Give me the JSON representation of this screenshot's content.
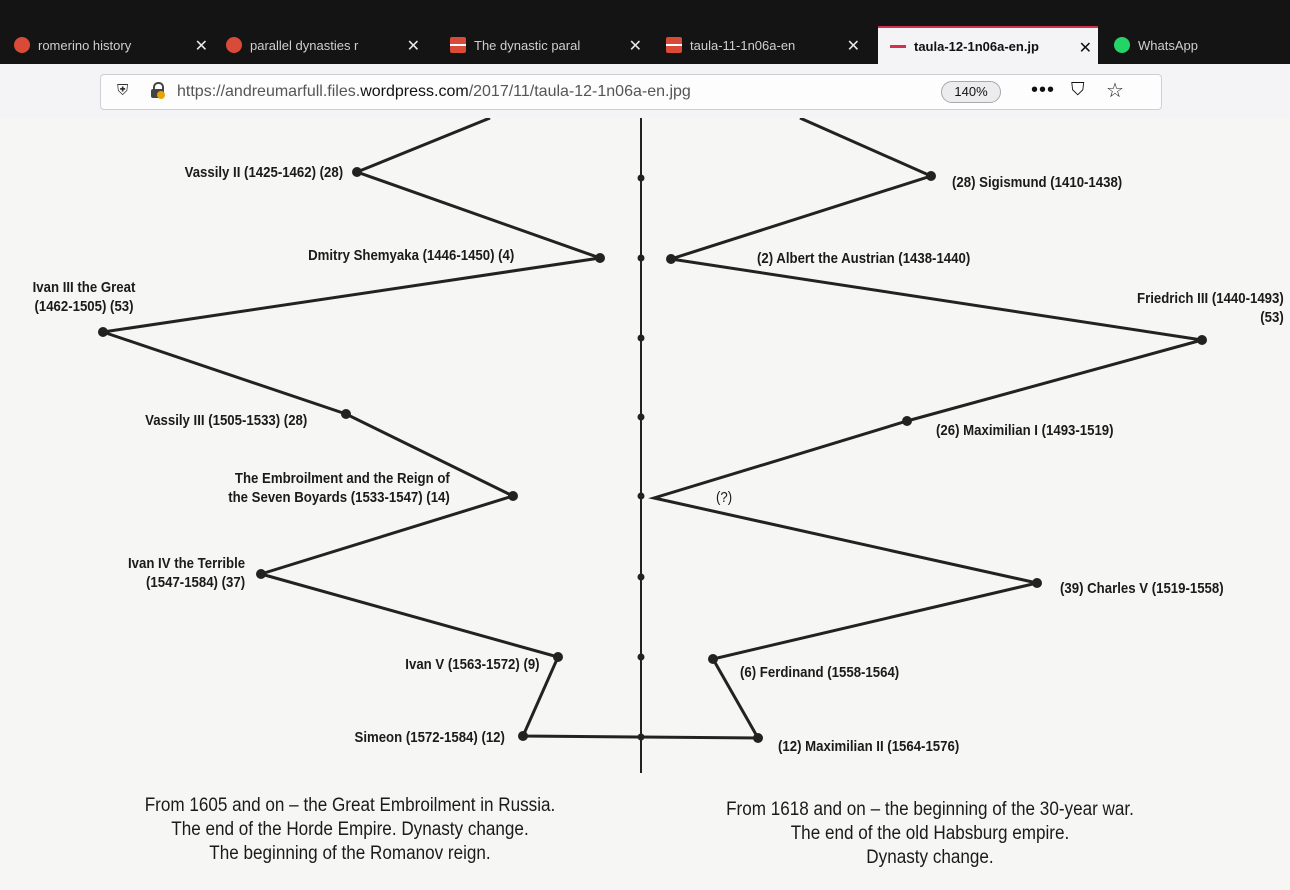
{
  "browser": {
    "tabs": [
      {
        "label": "romerino history",
        "icon": "google-favicon-icon",
        "active": false
      },
      {
        "label": "parallel dynasties r",
        "icon": "google-favicon-icon",
        "active": false
      },
      {
        "label": "The dynastic paral",
        "icon": "sheet-favicon-icon",
        "active": false
      },
      {
        "label": "taula-11-1n06a-en",
        "icon": "sheet-favicon-icon",
        "active": false
      },
      {
        "label": "taula-12-1n06a-en.jp",
        "icon": "image-favicon-icon",
        "active": true
      },
      {
        "label": "WhatsApp",
        "icon": "whatsapp-icon",
        "active": false
      }
    ],
    "close_glyph": "✕",
    "url_prefix": "https://andreumarfull.files.",
    "url_domain": "wordpress.com",
    "url_path": "/2017/11/taula-12-1n06a-en.jpg",
    "zoom": "140%",
    "more_glyph": "•••",
    "pocket_glyph": "⛉",
    "star_glyph": "☆",
    "shield_glyph": "⛨"
  },
  "chart_data": {
    "type": "diagram",
    "left": [
      {
        "text": "Vassily II (1425-1462) (28)"
      },
      {
        "text": "Dmitry Shemyaka (1446-1450) (4)"
      },
      {
        "text": "Ivan III the Great\n(1462-1505) (53)"
      },
      {
        "text": "Vassily III (1505-1533) (28)"
      },
      {
        "text": "The Embroilment and the Reign of\nthe Seven Boyards (1533-1547) (14)"
      },
      {
        "text": "Ivan IV the Terrible\n(1547-1584) (37)"
      },
      {
        "text": "Ivan V (1563-1572) (9)"
      },
      {
        "text": "Simeon (1572-1584) (12)"
      }
    ],
    "right": [
      {
        "text": "(28) Sigismund (1410-1438)"
      },
      {
        "text": "(2) Albert the Austrian (1438-1440)"
      },
      {
        "text": "Friedrich III (1440-1493)\n(53)"
      },
      {
        "text": "(26) Maximilian I (1493-1519)"
      },
      {
        "text": "(?)"
      },
      {
        "text": "(39) Charles V (1519-1558)"
      },
      {
        "text": "(6) Ferdinand (1558-1564)"
      },
      {
        "text": "(12) Maximilian II (1564-1576)"
      }
    ]
  },
  "footer": {
    "left": [
      "From 1605 and on – the Great Embroilment in Russia.",
      "The end of the Horde Empire. Dynasty change.",
      "The beginning of the Romanov reign."
    ],
    "right": [
      "From 1618 and on – the beginning of the 30-year war.",
      "The end of the old Habsburg empire.",
      "Dynasty change."
    ]
  }
}
